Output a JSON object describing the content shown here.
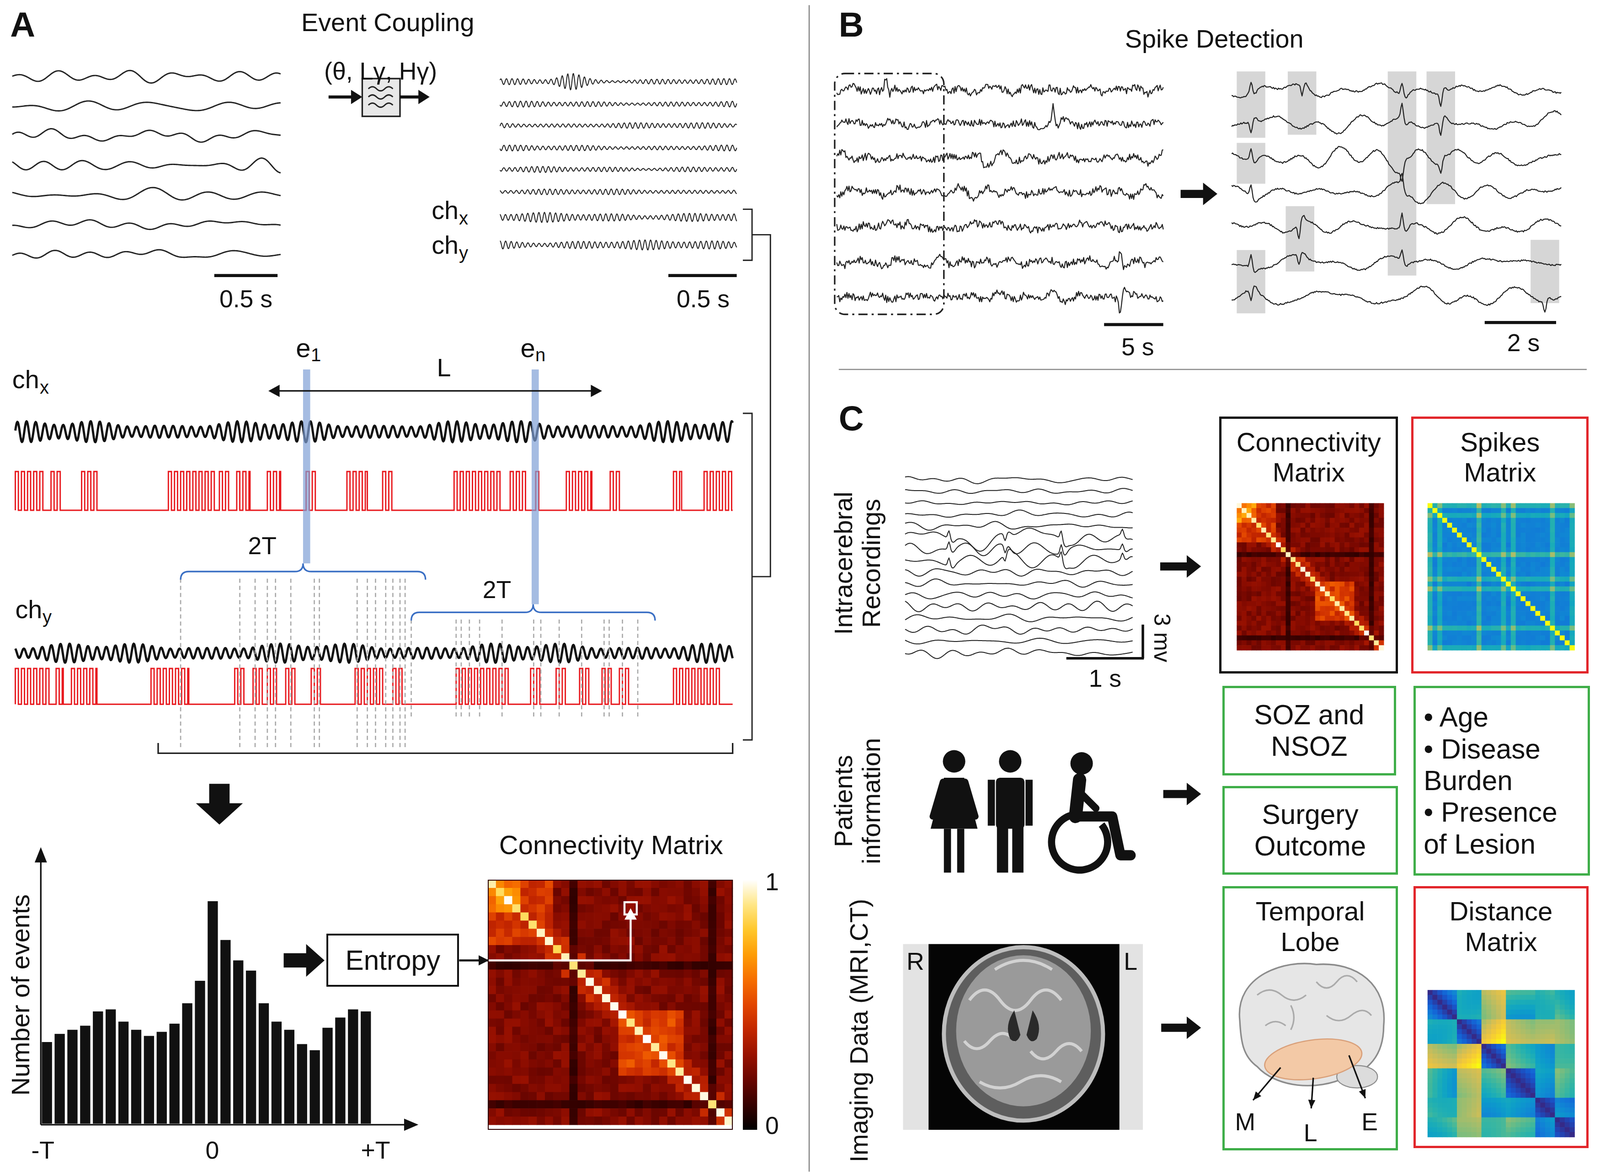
{
  "diagram": {
    "nodes": [
      {
        "text": [
          "Entropy"
        ]
      },
      {
        "text": [
          "Connectivity Matrix"
        ]
      },
      {
        "text": [
          "Connectivity Matrix"
        ]
      },
      {
        "text": [
          "Spikes Matrix"
        ]
      },
      {
        "text": [
          "SOZ and NSOZ"
        ]
      },
      {
        "text": [
          "• Age",
          "• Disease Burden",
          "• Presence of Lesion"
        ]
      },
      {
        "text": [
          "Surgery Outcome"
        ]
      },
      {
        "text": [
          "Temporal Lobe",
          "M",
          "L",
          "E"
        ]
      },
      {
        "text": [
          "Distance Matrix"
        ]
      }
    ],
    "edges": [
      {
        "from": 0,
        "to": 1,
        "arrow": "to"
      }
    ],
    "labels": [
      "A",
      "Event Coupling",
      "(θ, Lγ, Hγ)",
      "0.5 s",
      "0.5 s",
      "ch",
      "x",
      "ch",
      "y",
      "e",
      "1",
      "L",
      "e",
      "n",
      "ch",
      "x",
      "2T",
      "2T",
      "ch",
      "y",
      "Number of events",
      "-T",
      "0",
      "+T",
      "1",
      "0",
      "B",
      "Spike Detection",
      "5 s",
      "2 s",
      "C",
      "Intracerebral Recordings",
      "1 s",
      "3 mv",
      "Patients information",
      "Imaging Data (MRI,CT)",
      "R",
      "L"
    ]
  }
}
